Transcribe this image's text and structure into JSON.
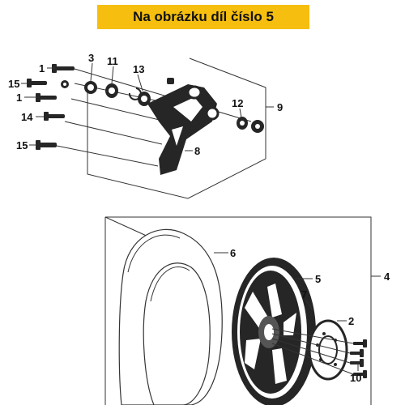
{
  "banner": {
    "text": "Na obrázku díl číslo 5"
  },
  "callouts": {
    "c1a": "1",
    "c1b": "1",
    "c2": "2",
    "c3": "3",
    "c4": "4",
    "c5": "5",
    "c6": "6",
    "c7": "7",
    "c8": "8",
    "c9": "9",
    "c10": "10",
    "c11": "11",
    "c12": "12",
    "c13": "13",
    "c14": "14",
    "c15a": "15",
    "c15b": "15"
  },
  "colors": {
    "banner_bg": "#f6bf0f",
    "ink": "#262626"
  }
}
